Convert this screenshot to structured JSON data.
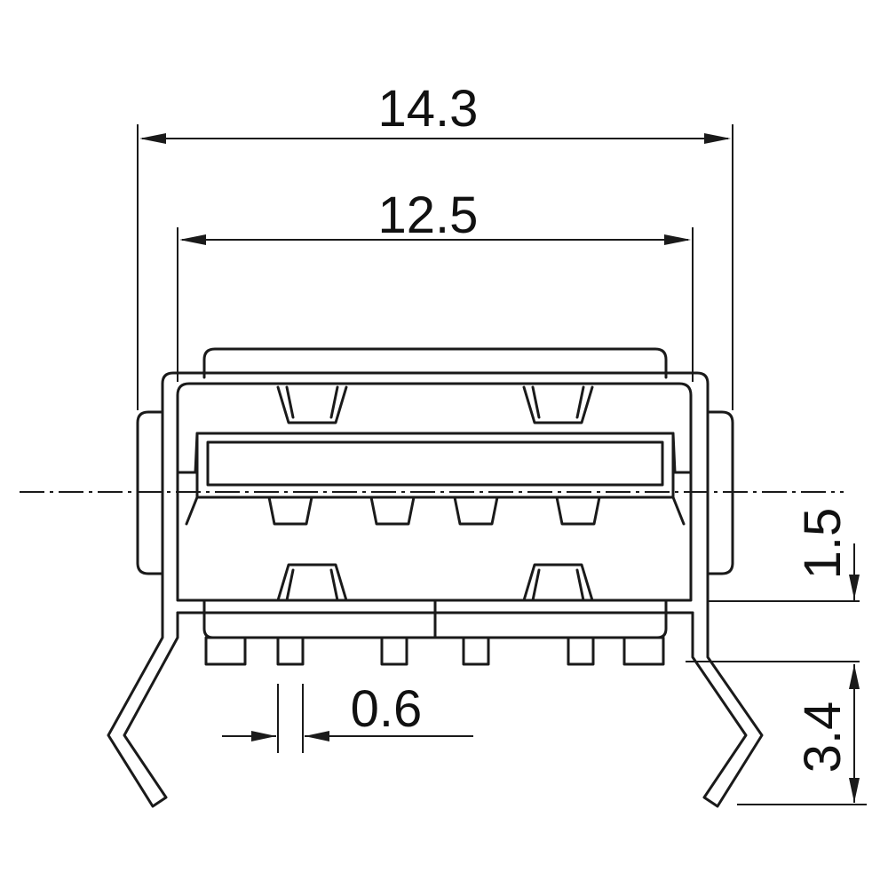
{
  "dimensions": {
    "overall_width": "14.3",
    "inner_width": "12.5",
    "pin_width": "0.6",
    "centerline_offset": "1.5",
    "lead_height": "3.4"
  },
  "line_color": "#1a1a1a",
  "background_color": "#ffffff"
}
